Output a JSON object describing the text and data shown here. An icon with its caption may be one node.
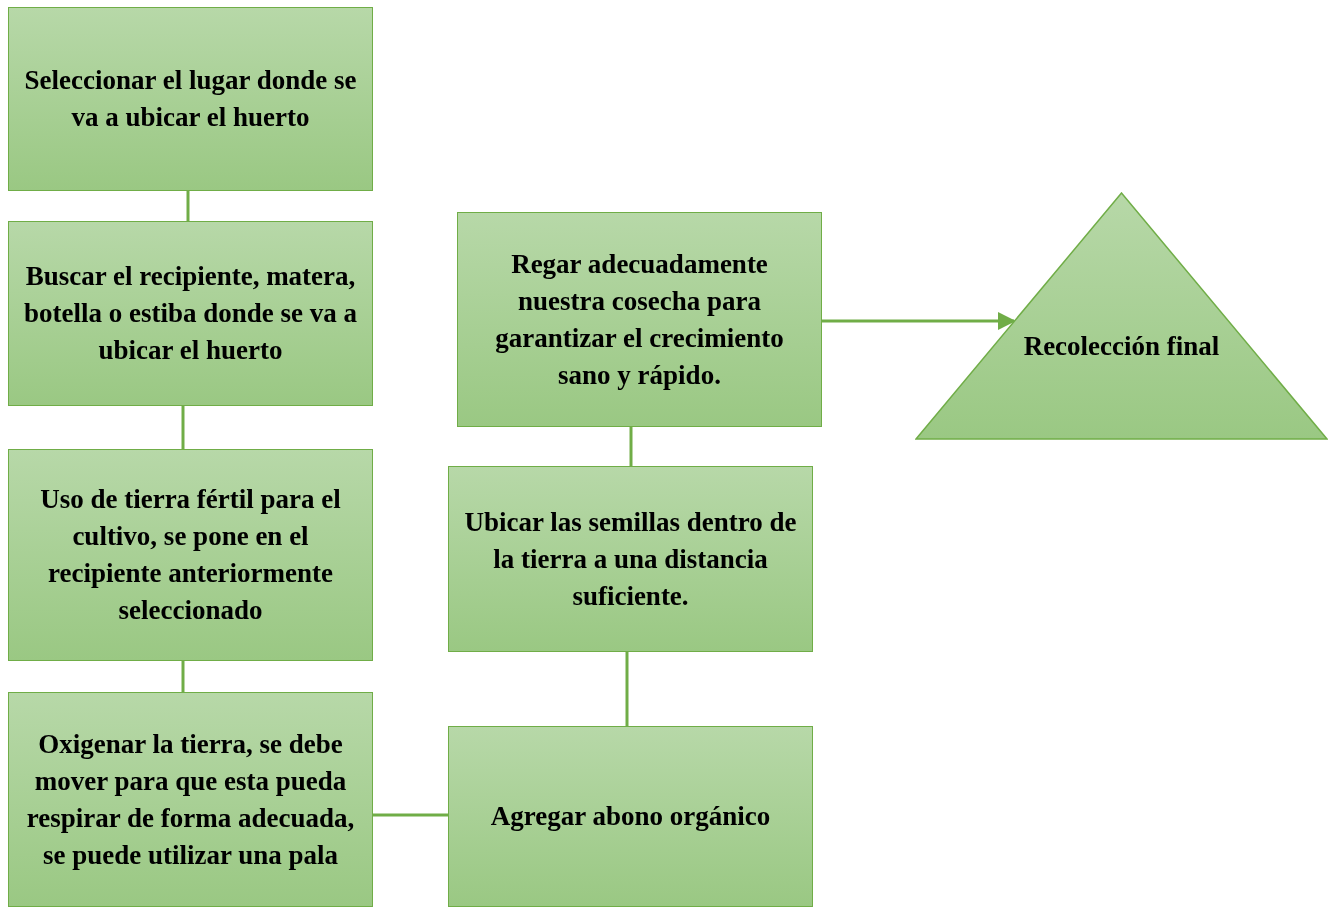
{
  "diagram": {
    "nodes": [
      {
        "text": [
          "Seleccionar el lugar donde se va a ubicar el huerto"
        ]
      },
      {
        "text": [
          "Buscar el recipiente, matera, botella o estiba donde se va a ubicar el huerto"
        ]
      },
      {
        "text": [
          "Uso de tierra fértil para el cultivo, se pone en el recipiente anteriormente seleccionado"
        ]
      },
      {
        "text": [
          "Oxigenar la tierra, se debe mover para que esta pueda respirar de forma adecuada, se puede utilizar una pala"
        ]
      },
      {
        "text": [
          "Agregar abono orgánico"
        ]
      },
      {
        "text": [
          "Ubicar las semillas dentro de la tierra a una distancia suficiente."
        ]
      },
      {
        "text": [
          "Regar adecuadamente nuestra cosecha para garantizar el crecimiento sano y rápido."
        ]
      },
      {
        "text": [
          "Recolección final"
        ]
      }
    ],
    "edges": [
      {
        "from": 0,
        "to": 1,
        "arrow": "none"
      },
      {
        "from": 1,
        "to": 2,
        "arrow": "none"
      },
      {
        "from": 2,
        "to": 3,
        "arrow": "none"
      },
      {
        "from": 3,
        "to": 4,
        "arrow": "none"
      },
      {
        "from": 4,
        "to": 5,
        "arrow": "none"
      },
      {
        "from": 5,
        "to": 6,
        "arrow": "none"
      },
      {
        "from": 6,
        "to": 7,
        "arrow": "to"
      }
    ]
  }
}
